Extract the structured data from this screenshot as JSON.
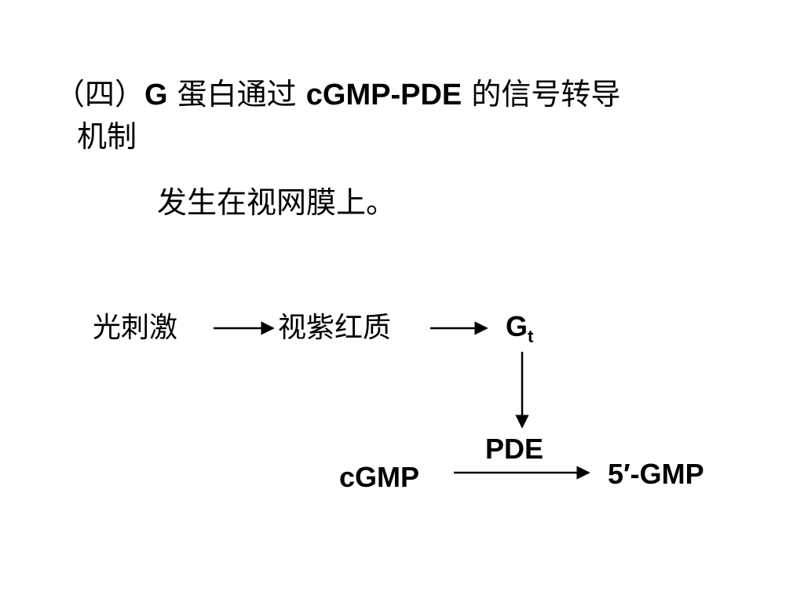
{
  "heading": {
    "prefix": "（四）",
    "g_letter": "G",
    "text_a": " 蛋白通过 ",
    "latin_term": "cGMP-PDE",
    "text_b": " 的信号转导",
    "line2": "机制"
  },
  "subtitle": "发生在视网膜上。",
  "pathway": {
    "light_stimulus": "光刺激",
    "rhodopsin": "视紫红质",
    "gt_main": "G",
    "gt_sub": "t",
    "pde": "PDE",
    "cgmp": "cGMP",
    "gmp5": "5′-GMP"
  },
  "colors": {
    "text": "#000000",
    "background": "#ffffff"
  }
}
